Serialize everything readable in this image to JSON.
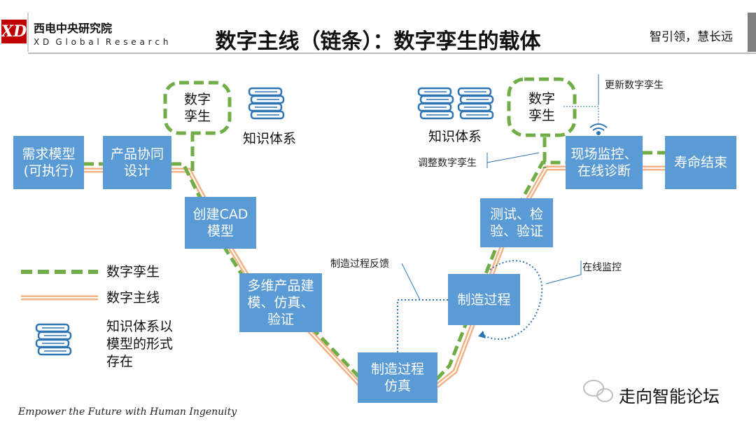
{
  "header": {
    "logo_text": "XD",
    "org_name": "西电中央研究院",
    "org_sub": "X D  G l o b a l  R e s e a r c h",
    "slogan": "智引领，慧长远"
  },
  "title": "数字主线（链条）：数字孪生的载体",
  "boxes": {
    "demand": "需求模型\n(可执行)",
    "codesign": "产品协同\n设计",
    "cad": "创建CAD\n模型",
    "multi": "多维产品建\n模、仿真、\n验证",
    "mfgsim": "制造过程\n仿真",
    "mfg": "制造过程",
    "test": "测试、检\n验、验证",
    "monitor": "现场监控、\n在线诊断",
    "eol": "寿命结束"
  },
  "twins": {
    "left": "数字\n孪生",
    "right": "数字\n孪生"
  },
  "knowledge": {
    "left": "知识体系",
    "right": "知识体系"
  },
  "labels": {
    "update": "更新数字孪生",
    "adjust": "调整数字孪生",
    "feedback": "制造过程反馈",
    "online": "在线监控"
  },
  "legend": {
    "twin": "数字孪生",
    "thread": "数字主线",
    "knowledge": "知识体系以\n模型的形式\n存在"
  },
  "footer": {
    "motto": "Empower the Future with Human Ingenuity",
    "wechat": "走向智能论坛"
  },
  "colors": {
    "box": "#5b9bd5",
    "twin_dash": "#70ad47",
    "thread": "#f4b183",
    "accent_red": "#c00000"
  }
}
